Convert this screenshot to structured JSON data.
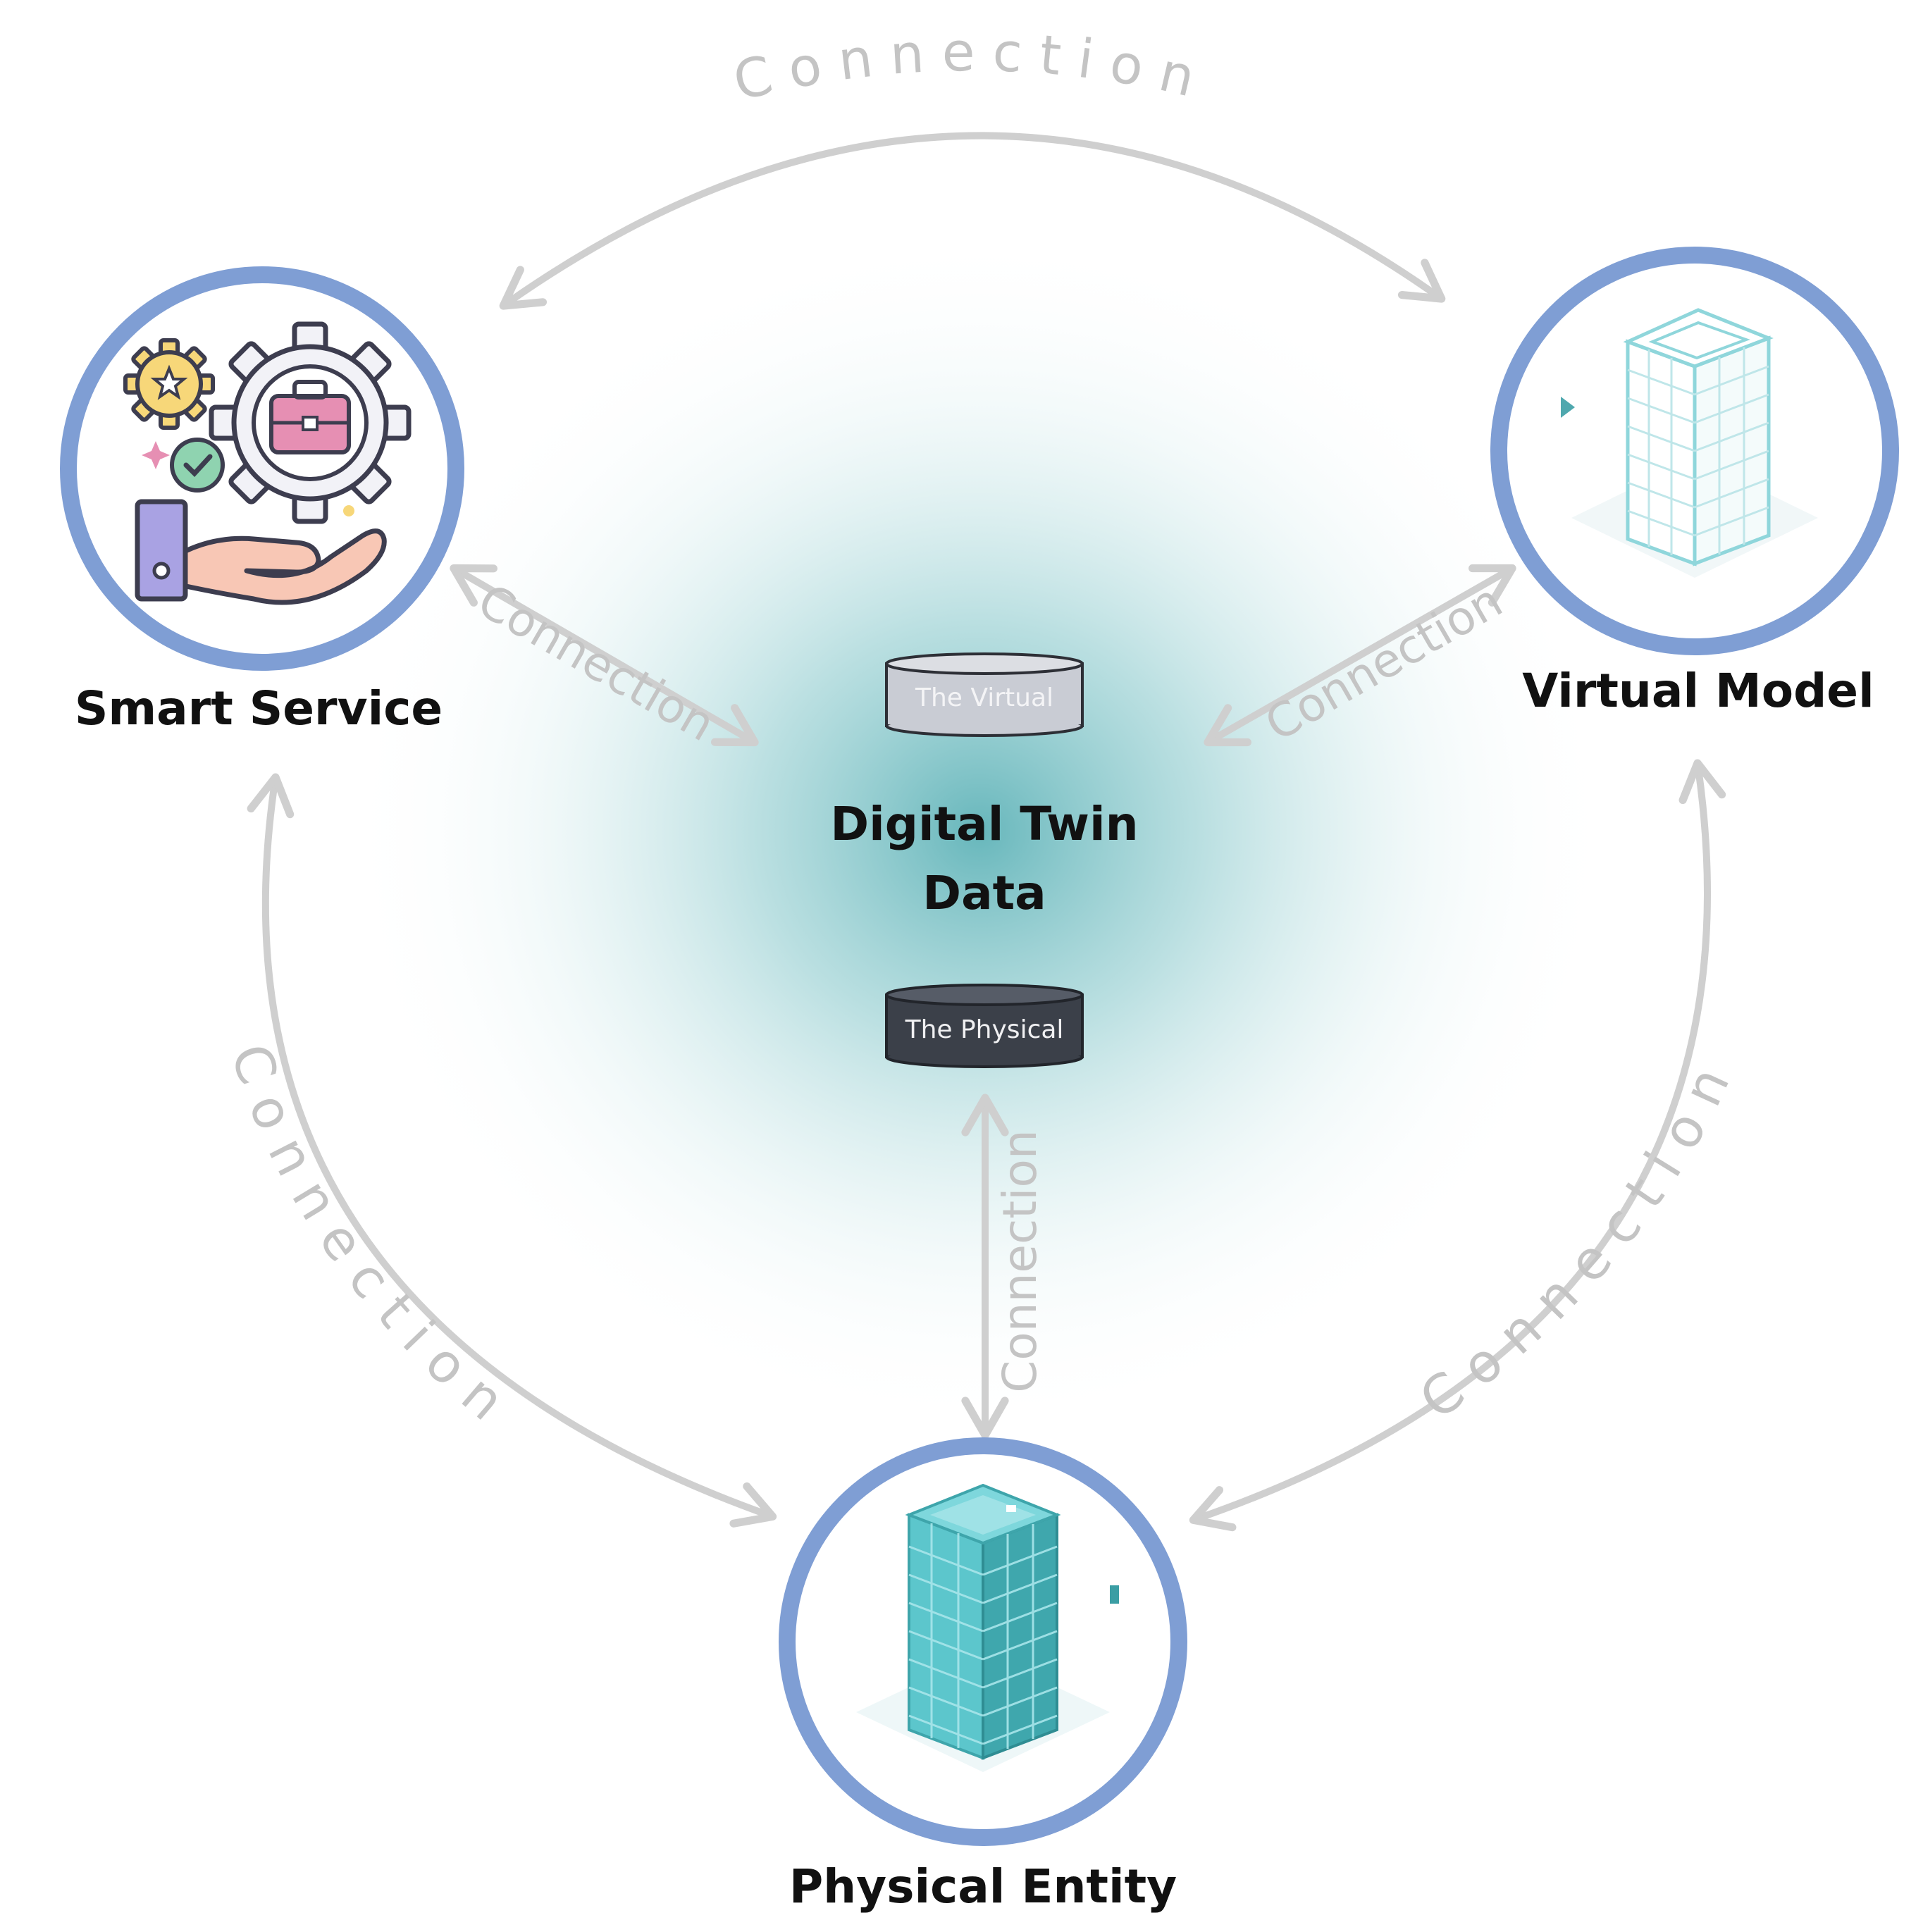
{
  "nodes": {
    "smart_service": {
      "label": "Smart Service"
    },
    "virtual_model": {
      "label": "Virtual Model"
    },
    "physical_entity": {
      "label": "Physical Entity"
    }
  },
  "center": {
    "title_line1": "Digital Twin",
    "title_line2": "Data",
    "virtual_store_label": "The Virtual",
    "physical_store_label": "The Physical"
  },
  "connections": {
    "top_arc": "Connection",
    "left_arc": "Connection",
    "right_arc": "Connection",
    "smart_to_center": "Connection",
    "virtual_to_center": "Connection",
    "physical_to_center": "Connection"
  },
  "colors": {
    "ring": "#7f9ed4",
    "arrow": "#cfcfcf",
    "glow": "#5fb3b8",
    "building_teal": "#4fbcc4",
    "building_outline": "#8fd6db",
    "virtual_cylinder": "#c9ccd4",
    "physical_cylinder": "#3b4049"
  },
  "icons": {
    "smart_service": "hand-gear-briefcase-icon",
    "virtual_model": "wireframe-building-icon",
    "physical_entity": "teal-building-icon"
  }
}
